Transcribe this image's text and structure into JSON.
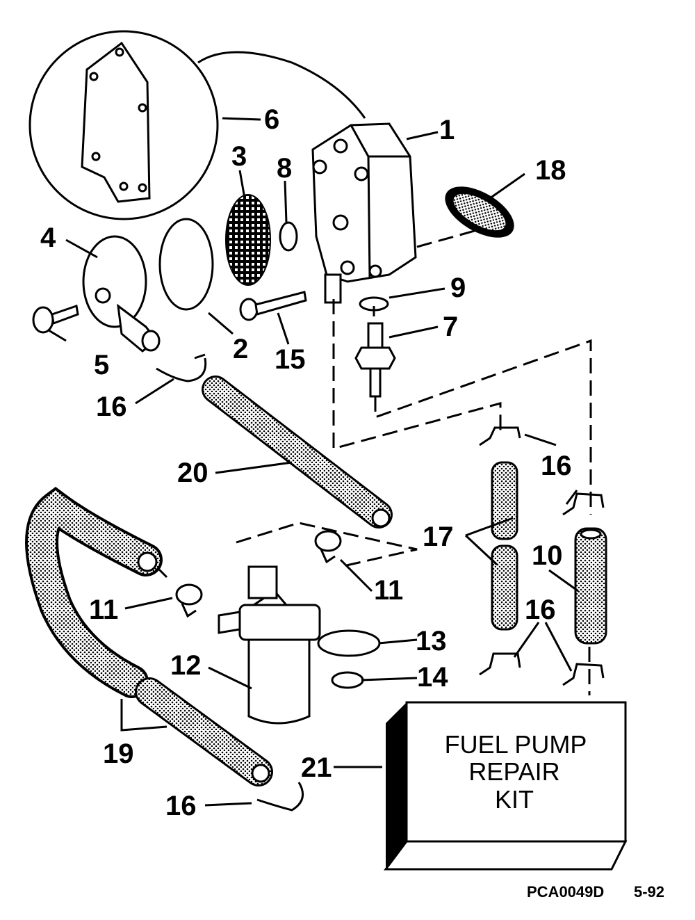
{
  "diagram": {
    "callouts": {
      "c1": "1",
      "c2": "2",
      "c3": "3",
      "c4": "4",
      "c5": "5",
      "c6": "6",
      "c7": "7",
      "c8": "8",
      "c9": "9",
      "c10": "10",
      "c11a": "11",
      "c11b": "11",
      "c12": "12",
      "c13": "13",
      "c14": "14",
      "c15": "15",
      "c16a": "16",
      "c16b": "16",
      "c16c": "16",
      "c16d": "16",
      "c17": "17",
      "c18": "18",
      "c19": "19",
      "c20": "20",
      "c21": "21"
    },
    "kit_label": {
      "line1": "FUEL PUMP",
      "line2": "REPAIR",
      "line3": "KIT"
    },
    "footer": {
      "code": "PCA0049D",
      "date": "5-92"
    }
  }
}
